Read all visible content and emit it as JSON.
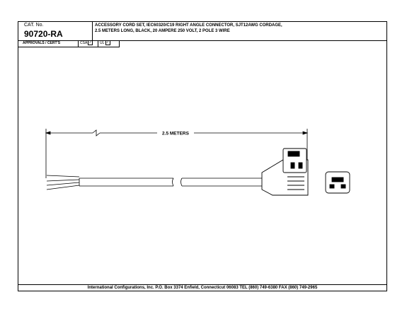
{
  "header": {
    "cat_label": "CAT. No.",
    "cat_number": "90720-RA",
    "description_line1": "ACCESSORY CORD SET, IEC60320/C19 RIGHT ANGLE CONNECTOR, SJT12AWG CORDAGE,",
    "description_line2": "2.5 METERS LONG, BLACK, 20 AMPERE 250 VOLT, 2 POLE 3 WIRE"
  },
  "approvals": {
    "label": "APPROVALS / CERT'S",
    "csa": "CSA",
    "ul": "UL",
    "check": "✓"
  },
  "drawing": {
    "dimension": "2.5 METERS"
  },
  "footer": {
    "text": "International Configurations, Inc.  P.O. Box 3374  Enfield, Connecticut 06083 TEL (860) 749-6380  FAX (860) 749-2965"
  }
}
